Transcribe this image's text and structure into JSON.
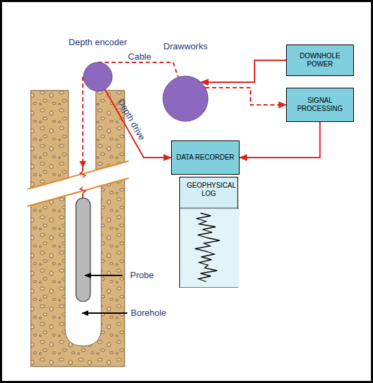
{
  "diagram": {
    "nodes": [
      {
        "text": [
          "Depth encoder"
        ]
      },
      {
        "text": [
          "Drawworks"
        ]
      },
      {
        "text": [
          "DOWNHOLE POWER"
        ]
      },
      {
        "text": [
          "SIGNAL PROCESSING"
        ]
      },
      {
        "text": [
          "DATA RECORDER"
        ]
      },
      {
        "text": [
          "GEOPHYSICAL LOG"
        ]
      }
    ],
    "edges": [
      {
        "from": 0,
        "to": 1,
        "arrow": "none",
        "label": "Cable"
      },
      {
        "from": 0,
        "to": 4,
        "arrow": "to",
        "label": "Depth drive"
      },
      {
        "from": 2,
        "to": 1,
        "arrow": "to"
      },
      {
        "from": 1,
        "to": 3,
        "arrow": "to"
      },
      {
        "from": 3,
        "to": 4,
        "arrow": "to"
      }
    ],
    "labels": [
      "Probe",
      "Borehole"
    ]
  }
}
